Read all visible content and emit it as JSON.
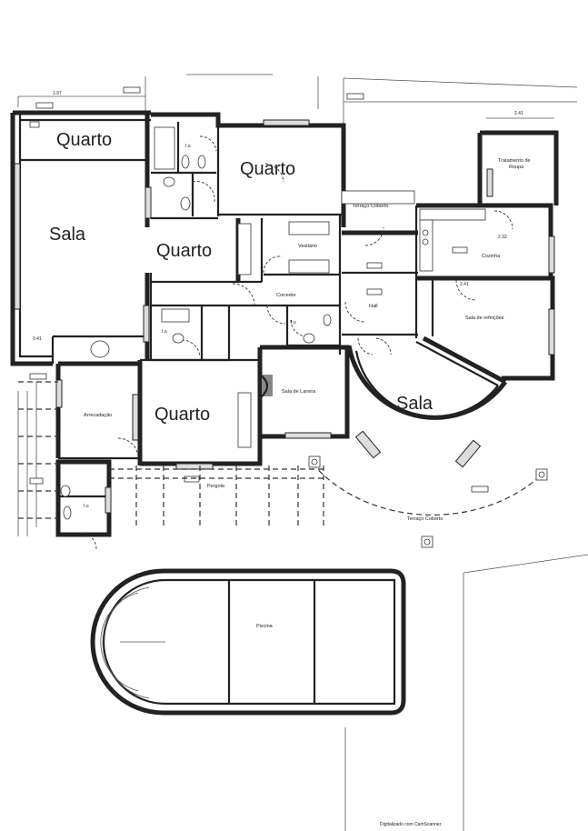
{
  "rooms_large": {
    "quarto_top_left": "Quarto",
    "quarto_top_center": "Quarto",
    "quarto_middle": "Quarto",
    "quarto_bottom": "Quarto",
    "sala_left": "Sala",
    "sala_right": "Sala"
  },
  "rooms_small": {
    "tratamento_roupa_1": "Tratamento de",
    "tratamento_roupa_2": "Roupa",
    "terraco_coberto_top": "Terraço Coberto",
    "vestiario": "Vestiário",
    "cozinha": "Cozinha",
    "corredor": "Corredor",
    "hall": "Hall",
    "sala_refeicoes": "Sala de refeições",
    "sala_lareira": "Sala de Lareira",
    "arrecadacao": "Arrecadação",
    "pergola": "Pergola",
    "terraco_coberto_bottom": "Terraço Coberto",
    "piscina": "Piscina",
    "is_1": "I.s",
    "is_2": "I.s",
    "is_3": "I.s",
    "is_4": "I.s"
  },
  "dimensions": {
    "d_top_left": "1.97",
    "d_top_right": "2.41",
    "d_cozinha": "2.32",
    "d_refeicoes": "2.41",
    "d_left": "0.41"
  },
  "footer": {
    "scan_note": "Digitalizado com CamScanner"
  }
}
